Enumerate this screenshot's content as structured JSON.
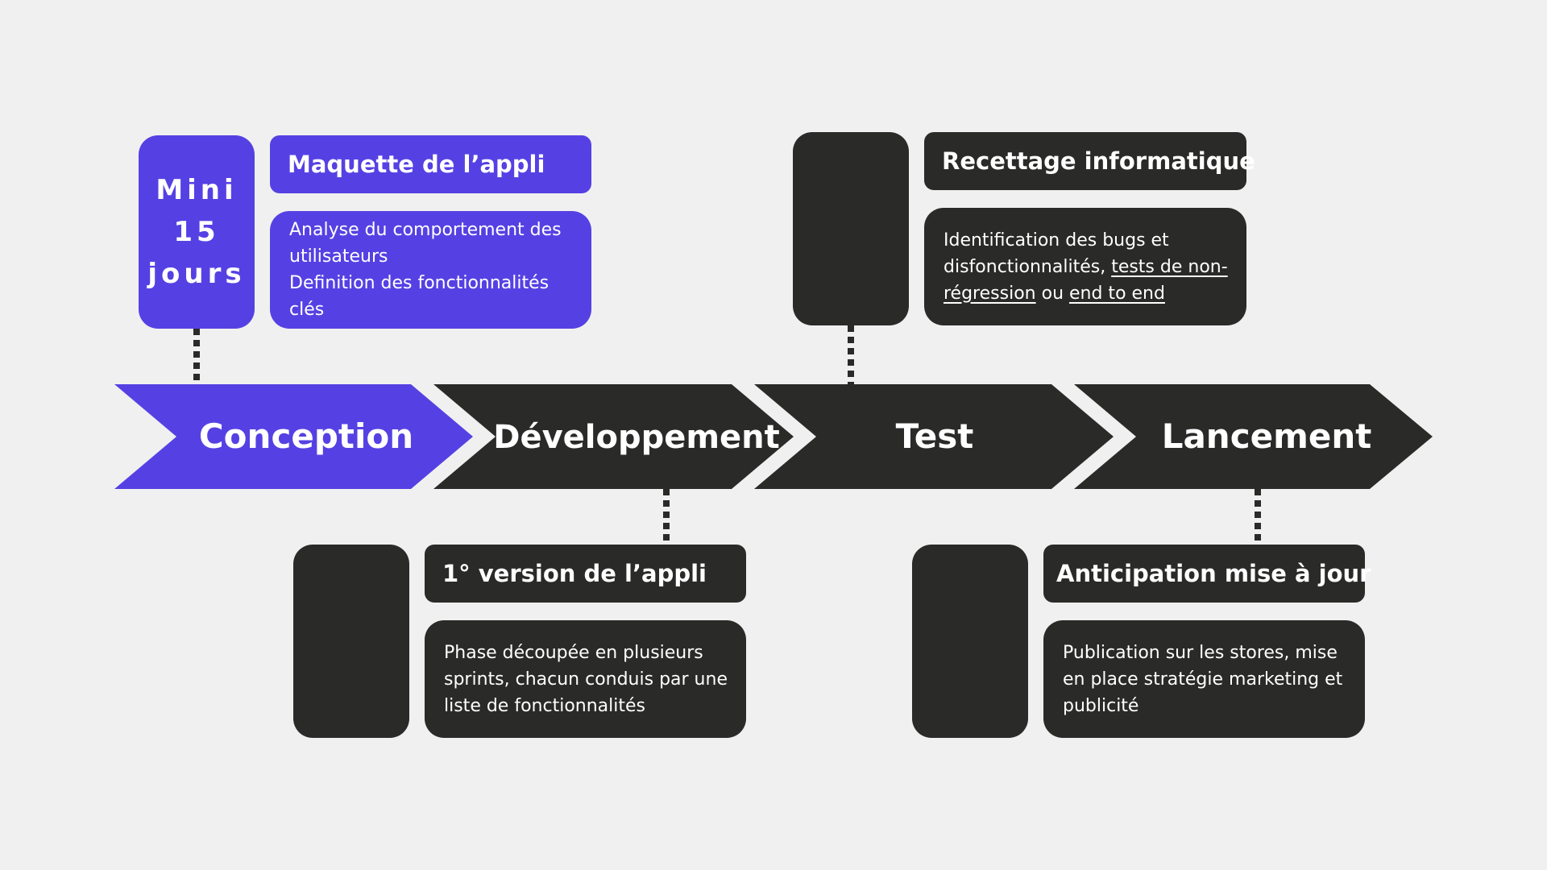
{
  "colors": {
    "background": "#f0f0f0",
    "accent": "#5541e3",
    "dark": "#2a2a29",
    "text_light": "#ffffff"
  },
  "phases": [
    {
      "label": "Conception"
    },
    {
      "label": "Développement"
    },
    {
      "label": "Test"
    },
    {
      "label": "Lancement"
    }
  ],
  "conception": {
    "duration": "Mini\n15\njours",
    "title": "Maquette de l’appli",
    "desc_line1": "Analyse du comportement des utilisateurs",
    "desc_line2": "Definition des fonctionnalités clés"
  },
  "developpement": {
    "title": "1° version de l’appli",
    "desc": "Phase découpée en plusieurs sprints, chacun conduis par une liste de fonctionnalités"
  },
  "test": {
    "title": "Recettage informatique",
    "desc_part1": "Identification des bugs et disfonctionnalités, ",
    "desc_link1": "tests de non-régression",
    "desc_part2": " ou ",
    "desc_link2": "end to end"
  },
  "lancement": {
    "title": "Anticipation mise à jour",
    "desc": "Publication sur les stores, mise en place stratégie marketing et publicité"
  }
}
